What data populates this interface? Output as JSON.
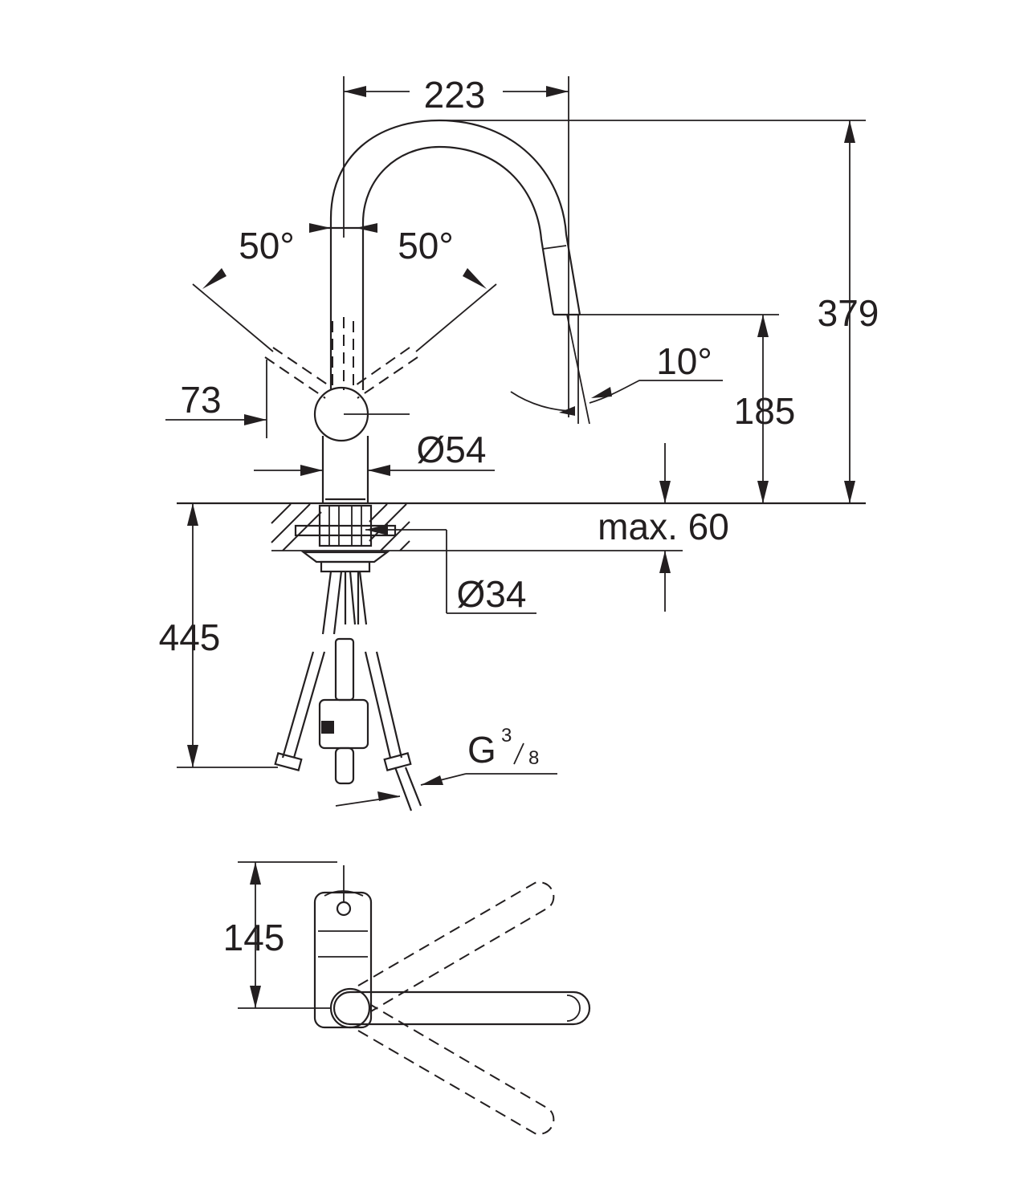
{
  "dimensions": {
    "spout_reach": "223",
    "total_height": "379",
    "outlet_height": "185",
    "swivel_left": "50°",
    "swivel_right": "50°",
    "spray_angle": "10°",
    "lever_offset": "73",
    "body_diameter": "Ø54",
    "deck_thickness": "max. 60",
    "hole_diameter": "Ø34",
    "hose_length": "445",
    "connection_thread": "G",
    "thread_num": "3",
    "thread_den": "8",
    "top_depth": "145"
  },
  "colors": {
    "line": "#231f20",
    "background": "#ffffff"
  }
}
